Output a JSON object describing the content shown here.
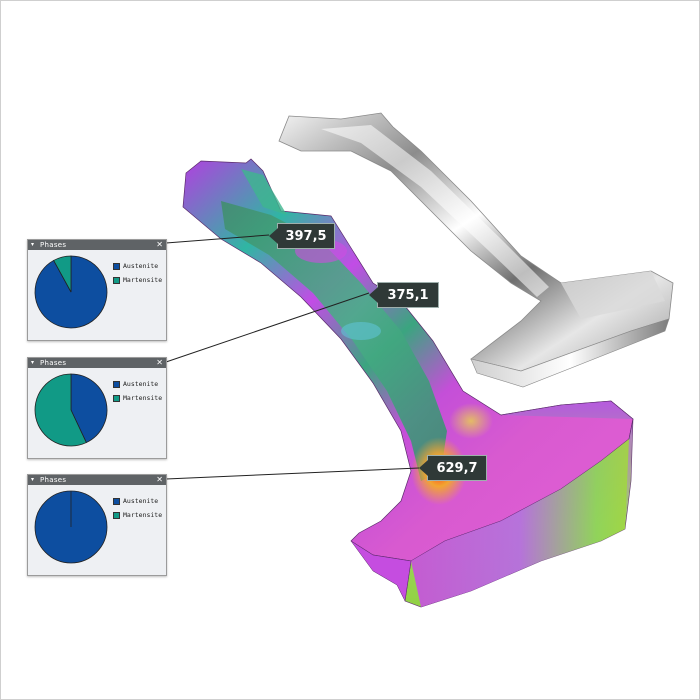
{
  "colors": {
    "austenite": "#0d4ea0",
    "martensite": "#119a86",
    "titlebar": "#5f6366",
    "label_bg": "#2f3937"
  },
  "icons": {
    "collapse": "▾",
    "close": "✕"
  },
  "panels": [
    {
      "title": "Phases",
      "legend": [
        "Austenite",
        "Martensite"
      ],
      "austenite_fraction": 0.92,
      "martensite_fraction": 0.08
    },
    {
      "title": "Phases",
      "legend": [
        "Austenite",
        "Martensite"
      ],
      "austenite_fraction": 0.43,
      "martensite_fraction": 0.57
    },
    {
      "title": "Phases",
      "legend": [
        "Austenite",
        "Martensite"
      ],
      "austenite_fraction": 1.0,
      "martensite_fraction": 0.0
    }
  ],
  "value_labels": [
    "397,5",
    "375,1",
    "629,7"
  ]
}
